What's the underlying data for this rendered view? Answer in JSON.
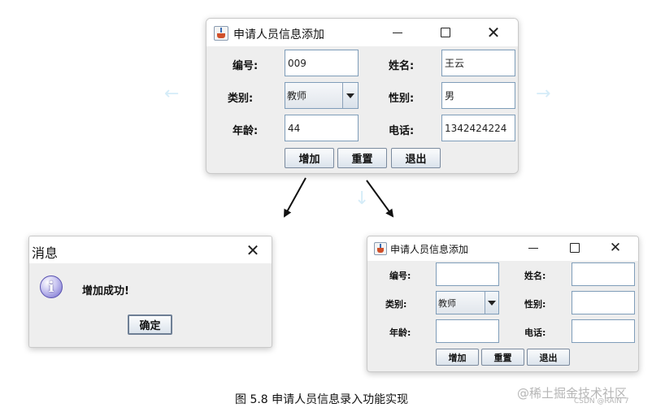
{
  "main_window": {
    "title": "申请人员信息添加",
    "controls": {
      "minimize": "—",
      "maximize": "☐",
      "close": "✕"
    },
    "fields": {
      "number_label": "编号:",
      "number_value": "009",
      "name_label": "姓名:",
      "name_value": "王云",
      "category_label": "类别:",
      "category_value": "教师",
      "gender_label": "性别:",
      "gender_value": "男",
      "age_label": "年龄:",
      "age_value": "44",
      "phone_label": "电话:",
      "phone_value": "1342424224"
    },
    "buttons": {
      "add": "增加",
      "reset": "重置",
      "exit": "退出"
    }
  },
  "message_dialog": {
    "title": "消息",
    "close": "✕",
    "icon_letter": "i",
    "message": "增加成功!",
    "ok_button": "确定"
  },
  "reset_window": {
    "title": "申请人员信息添加",
    "controls": {
      "minimize": "—",
      "maximize": "☐",
      "close": "✕"
    },
    "fields": {
      "number_label": "编号:",
      "number_value": "",
      "name_label": "姓名:",
      "name_value": "",
      "category_label": "类别:",
      "category_value": "教师",
      "gender_label": "性别:",
      "gender_value": "",
      "age_label": "年龄:",
      "age_value": "",
      "phone_label": "电话:",
      "phone_value": ""
    },
    "buttons": {
      "add": "增加",
      "reset": "重置",
      "exit": "退出"
    }
  },
  "caption": "图 5.8 申请人员信息录入功能实现",
  "watermark": {
    "main": "@稀土掘金技术社区",
    "sub": "CSDN @RAIN 7"
  },
  "colors": {
    "field_border": "#7f9db9",
    "window_bg": "#eeeeee",
    "titlebar_bg": "#ffffff",
    "arrow": "#111111"
  }
}
